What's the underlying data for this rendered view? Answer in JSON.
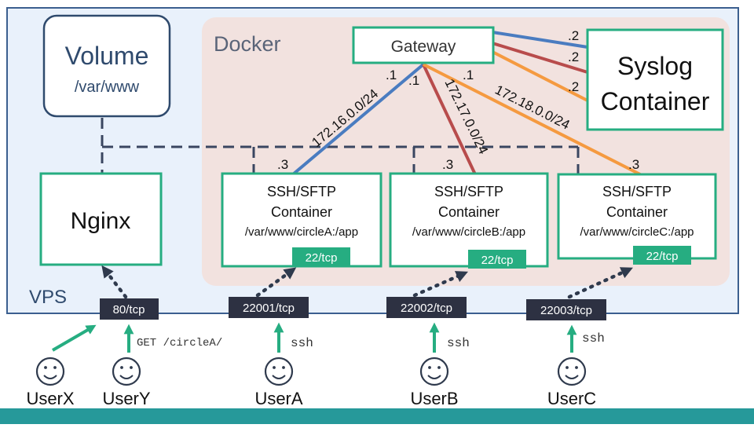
{
  "vps": {
    "label": "VPS"
  },
  "docker": {
    "label": "Docker"
  },
  "volume": {
    "title": "Volume",
    "path": "/var/www"
  },
  "nginx": {
    "label": "Nginx"
  },
  "gateway": {
    "label": "Gateway"
  },
  "syslog": {
    "line1": "Syslog",
    "line2": "Container"
  },
  "networks": [
    {
      "subnet": "172.16.0.0/24",
      "gateway_ip": ".1",
      "container_ip": ".3",
      "syslog_ip": ".2",
      "color": "#4a7cc0"
    },
    {
      "subnet": "172.17.0.0/24",
      "gateway_ip": ".1",
      "container_ip": ".3",
      "syslog_ip": ".2",
      "color": "#b84c4c"
    },
    {
      "subnet": "172.18.0.0/24",
      "gateway_ip": ".1",
      "container_ip": ".3",
      "syslog_ip": ".2",
      "color": "#f59a40"
    }
  ],
  "containers": [
    {
      "line1": "SSH/SFTP",
      "line2": "Container",
      "mount": "/var/www/circleA:/app",
      "port": "22/tcp"
    },
    {
      "line1": "SSH/SFTP",
      "line2": "Container",
      "mount": "/var/www/circleB:/app",
      "port": "22/tcp"
    },
    {
      "line1": "SSH/SFTP",
      "line2": "Container",
      "mount": "/var/www/circleC:/app",
      "port": "22/tcp"
    }
  ],
  "host_ports": [
    "80/tcp",
    "22001/tcp",
    "22002/tcp",
    "22003/tcp"
  ],
  "requests": {
    "http": "GET /circleA/",
    "ssh": "ssh"
  },
  "users": [
    "UserX",
    "UserY",
    "UserA",
    "UserB",
    "UserC"
  ],
  "colors": {
    "green": "#26ad81",
    "teal_bar": "#26999a",
    "navy": "#2f4a6d",
    "dark_port": "#2d3142",
    "vps_bg": "#e9f1fb",
    "docker_bg": "#f2e2df"
  }
}
